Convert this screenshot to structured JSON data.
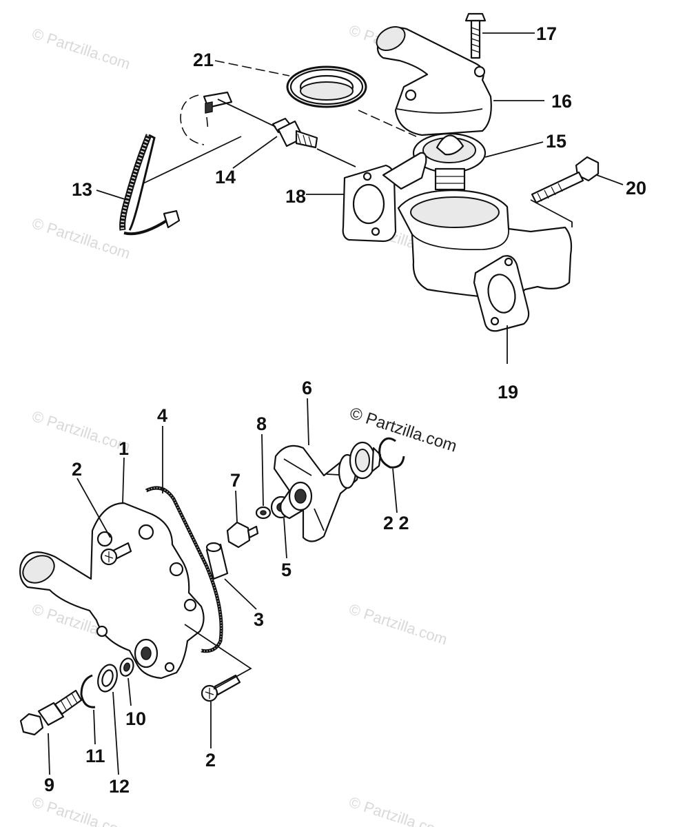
{
  "watermark": {
    "text": "© Partzilla.com",
    "overlay_text": "© Partzilla.com"
  },
  "callouts": {
    "c1": "1",
    "c2a": "2",
    "c2b": "2",
    "c3": "3",
    "c4": "4",
    "c5": "5",
    "c6": "6",
    "c7": "7",
    "c8": "8",
    "c9": "9",
    "c10": "10",
    "c11": "11",
    "c12": "12",
    "c13": "13",
    "c14": "14",
    "c15": "15",
    "c16": "16",
    "c17": "17",
    "c18": "18",
    "c19": "19",
    "c20": "20",
    "c21": "21",
    "c22": "2 2"
  }
}
